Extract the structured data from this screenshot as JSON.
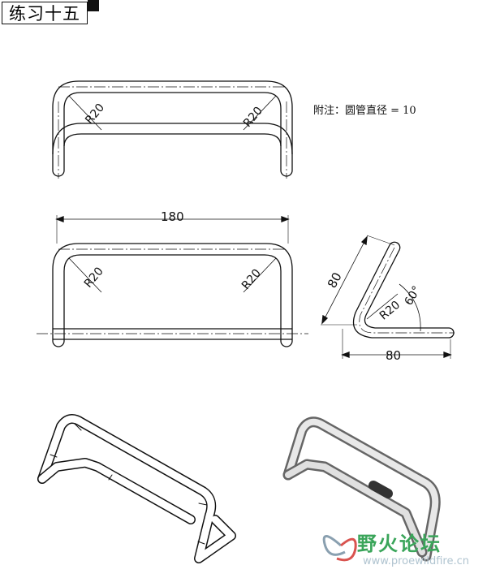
{
  "title": "练习十五",
  "note": "附注：圆管直径 = 10",
  "dimensions": {
    "width": "180",
    "radius": "R20",
    "leg_length": "80",
    "angle": "60°",
    "depth": "80"
  },
  "watermark": {
    "name": "野火论坛",
    "url": "www.proewildfire.cn"
  }
}
